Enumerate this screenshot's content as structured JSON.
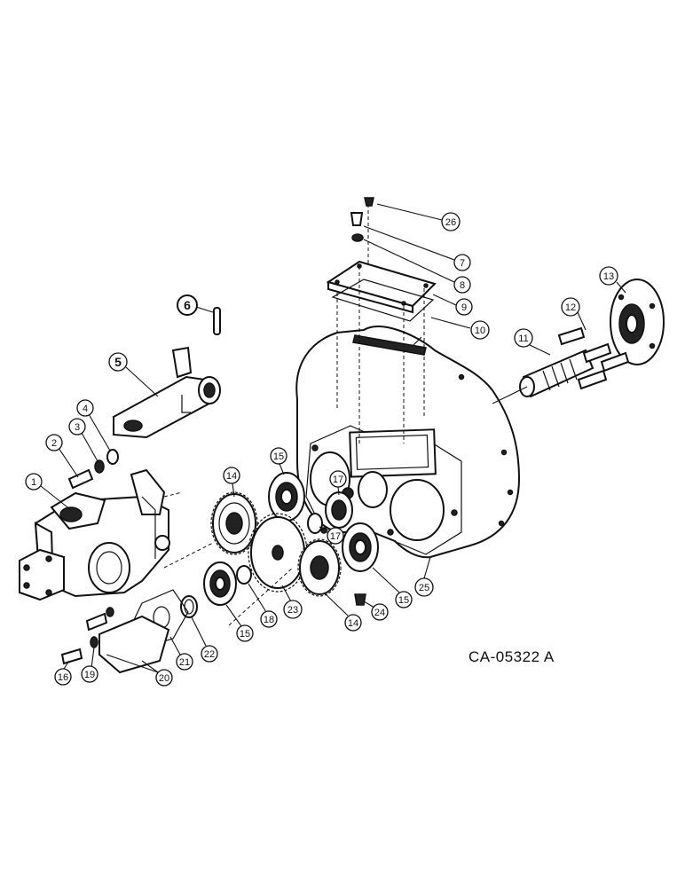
{
  "reference_code": "CA-05322 A",
  "callouts": [
    {
      "id": "c1",
      "label": "1"
    },
    {
      "id": "c2",
      "label": "2"
    },
    {
      "id": "c3",
      "label": "3"
    },
    {
      "id": "c4",
      "label": "4"
    },
    {
      "id": "c5",
      "label": "5"
    },
    {
      "id": "c6",
      "label": "6"
    },
    {
      "id": "c7",
      "label": "7"
    },
    {
      "id": "c8",
      "label": "8"
    },
    {
      "id": "c9",
      "label": "9"
    },
    {
      "id": "c10",
      "label": "10"
    },
    {
      "id": "c11",
      "label": "11"
    },
    {
      "id": "c12",
      "label": "12"
    },
    {
      "id": "c13",
      "label": "13"
    },
    {
      "id": "c14a",
      "label": "14"
    },
    {
      "id": "c14b",
      "label": "14"
    },
    {
      "id": "c15a",
      "label": "15"
    },
    {
      "id": "c15b",
      "label": "15"
    },
    {
      "id": "c15c",
      "label": "15"
    },
    {
      "id": "c16",
      "label": "16"
    },
    {
      "id": "c17a",
      "label": "17"
    },
    {
      "id": "c17b",
      "label": "17"
    },
    {
      "id": "c18",
      "label": "18"
    },
    {
      "id": "c19",
      "label": "19"
    },
    {
      "id": "c20",
      "label": "20"
    },
    {
      "id": "c21",
      "label": "21"
    },
    {
      "id": "c22",
      "label": "22"
    },
    {
      "id": "c23",
      "label": "23"
    },
    {
      "id": "c24",
      "label": "24"
    },
    {
      "id": "c25",
      "label": "25"
    },
    {
      "id": "c26",
      "label": "26"
    }
  ]
}
